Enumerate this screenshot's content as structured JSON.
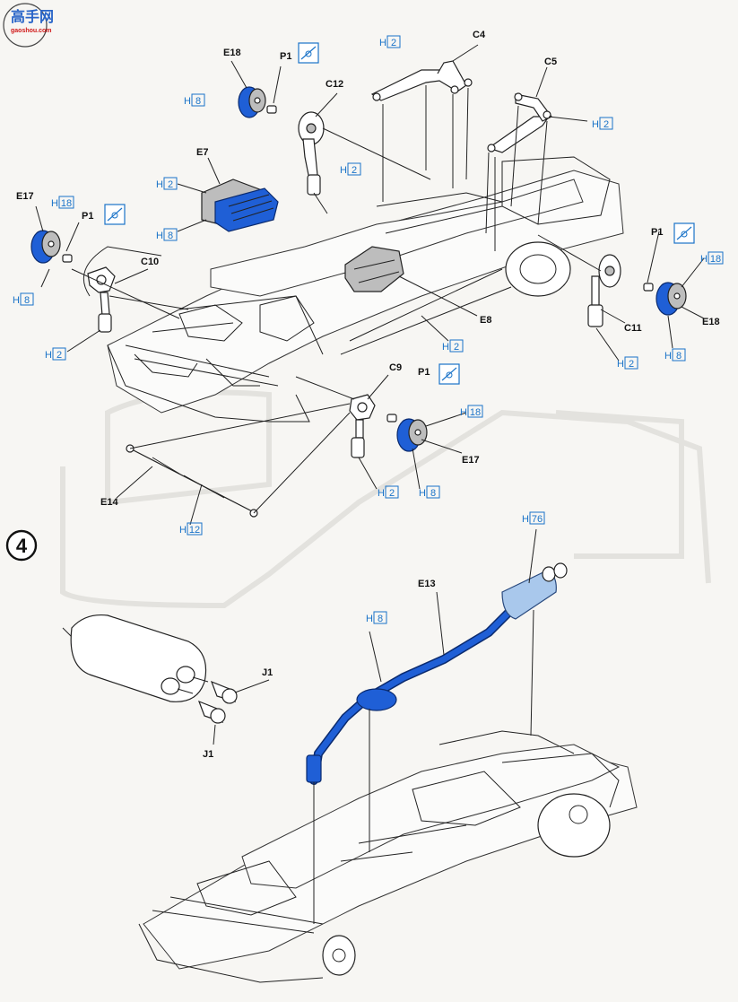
{
  "watermark": {
    "logo_main": "高手网",
    "logo_url": "gaoshou.com"
  },
  "step": {
    "number": "4"
  },
  "brand_colors": {
    "paint_blue": "#1a73c8",
    "part_blue": "#1f5fd6",
    "part_lightblue": "#a9c8ec"
  },
  "parts": {
    "C4": "C4",
    "C5": "C5",
    "C9": "C9",
    "C10": "C10",
    "C11": "C11",
    "C12": "C12",
    "E7": "E7",
    "E8": "E8",
    "E13": "E13",
    "E14": "E14",
    "E17_left": "E17",
    "E17_right": "E17",
    "E18_top": "E18",
    "E18_right": "E18",
    "J1_top": "J1",
    "J1_bottom": "J1",
    "P1_top": "P1",
    "P1_left": "P1",
    "P1_right": "P1",
    "P1_mid": "P1"
  },
  "paints": {
    "h2_c4": {
      "letter": "H",
      "num": "2"
    },
    "h8_e18": {
      "letter": "H",
      "num": "8"
    },
    "h2_c12": {
      "letter": "H",
      "num": "2"
    },
    "h2_e7": {
      "letter": "H",
      "num": "2"
    },
    "h8_e7": {
      "letter": "H",
      "num": "8"
    },
    "h18_e17": {
      "letter": "H",
      "num": "18"
    },
    "h8_e17": {
      "letter": "H",
      "num": "8"
    },
    "h2_c10": {
      "letter": "H",
      "num": "2"
    },
    "h2_c5": {
      "letter": "H",
      "num": "2"
    },
    "h18_e18r": {
      "letter": "H",
      "num": "18"
    },
    "h8_e18r": {
      "letter": "H",
      "num": "8"
    },
    "h2_c11": {
      "letter": "H",
      "num": "2"
    },
    "h2_e8": {
      "letter": "H",
      "num": "2"
    },
    "h18_e17b": {
      "letter": "H",
      "num": "18"
    },
    "h8_e17b": {
      "letter": "H",
      "num": "8"
    },
    "h2_c9": {
      "letter": "H",
      "num": "2"
    },
    "h12_e14": {
      "letter": "H",
      "num": "12"
    },
    "h76_muffler": {
      "letter": "H",
      "num": "76"
    },
    "h8_e13": {
      "letter": "H",
      "num": "8"
    }
  }
}
